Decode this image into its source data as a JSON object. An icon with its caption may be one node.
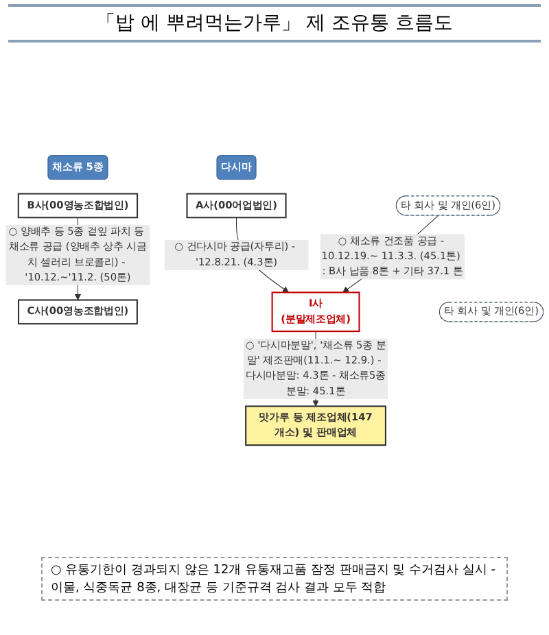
{
  "diagram": {
    "title": "「밥 에 뿌려먹는가루」 제 조유통 흐름도",
    "nodes": [
      {
        "text": [
          "다시마"
        ]
      },
      {
        "text": [
          "A사(00어업법인)"
        ]
      },
      {
        "text": [
          "채소류 5종"
        ]
      },
      {
        "text": [
          "B사(00영농조합법인)"
        ]
      },
      {
        "text": [
          "C사(00영농조합법인)"
        ]
      },
      {
        "text": [
          "타 회사 및 개인(6인)"
        ]
      },
      {
        "text": [
          "타 회사 및 개인(6인)"
        ]
      },
      {
        "text": [
          "I사",
          "(분말제조업체)"
        ]
      },
      {
        "text": [
          "맛가루 등 제조업체(147개소) 및 판매업체"
        ]
      }
    ],
    "edges": [
      {
        "from": 1,
        "to": 7,
        "arrow": "to",
        "label": "○ 건다시마 공급(자투리) - '12.8.21. (4.3톤)"
      },
      {
        "from": 3,
        "to": 4,
        "arrow": "to",
        "label": "○ 양배추 등 5종 겉잎 파치 등 채소류 공급 (양배추 상추 시금치 셀러리 브로콜리) - '10.12.~'11.2. (50톤)"
      },
      {
        "from": 5,
        "to": 7,
        "arrow": "to",
        "label": "○ 채소류 건조품 공급 - 10.12.19.~ 11.3.3. (45.1톤) : B사 납품 8톤 + 기타 37.1 톤"
      },
      {
        "from": 7,
        "to": 8,
        "arrow": "to",
        "label": "○ '다시마분말', '채소류 5종 분말' 제조판매(11.1.~ 12.9.) - 다시마분말: 4.3톤 - 채소류5종분말: 45.1톤"
      }
    ],
    "labels": [
      "○ 유통기한이 경과되지 않은 12개 유통재고품 잠정 판매금지 및 수거검사 실시 - 이물, 식중독균 8종, 대장균 등 기준규격 검사 결과 모두 적합"
    ]
  }
}
